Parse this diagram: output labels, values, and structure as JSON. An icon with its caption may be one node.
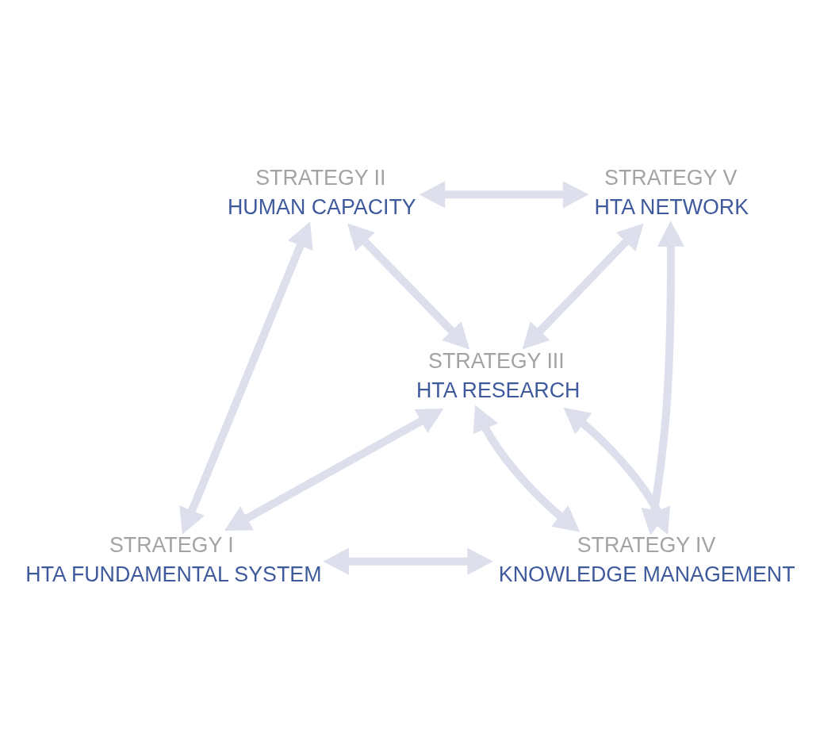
{
  "diagram": {
    "nodes": [
      {
        "text": [
          "STRATEGY II",
          "HUMAN CAPACITY"
        ]
      },
      {
        "text": [
          "STRATEGY V",
          "HTA NETWORK"
        ]
      },
      {
        "text": [
          "STRATEGY III",
          "HTA RESEARCH"
        ]
      },
      {
        "text": [
          "STRATEGY IV",
          "KNOWLEDGE MANAGEMENT"
        ]
      },
      {
        "text": [
          "STRATEGY I",
          "HTA FUNDAMENTAL SYSTEM"
        ]
      }
    ],
    "edges": [
      {
        "from": 0,
        "to": 1,
        "arrow": "both"
      },
      {
        "from": 0,
        "to": 2,
        "arrow": "both"
      },
      {
        "from": 1,
        "to": 2,
        "arrow": "both"
      },
      {
        "from": 0,
        "to": 4,
        "arrow": "both"
      },
      {
        "from": 1,
        "to": 3,
        "arrow": "both"
      },
      {
        "from": 2,
        "to": 3,
        "arrow": "both"
      },
      {
        "from": 4,
        "to": 2,
        "arrow": "both"
      },
      {
        "from": 3,
        "to": 2,
        "arrow": "both"
      },
      {
        "from": 4,
        "to": 3,
        "arrow": "both"
      }
    ]
  }
}
